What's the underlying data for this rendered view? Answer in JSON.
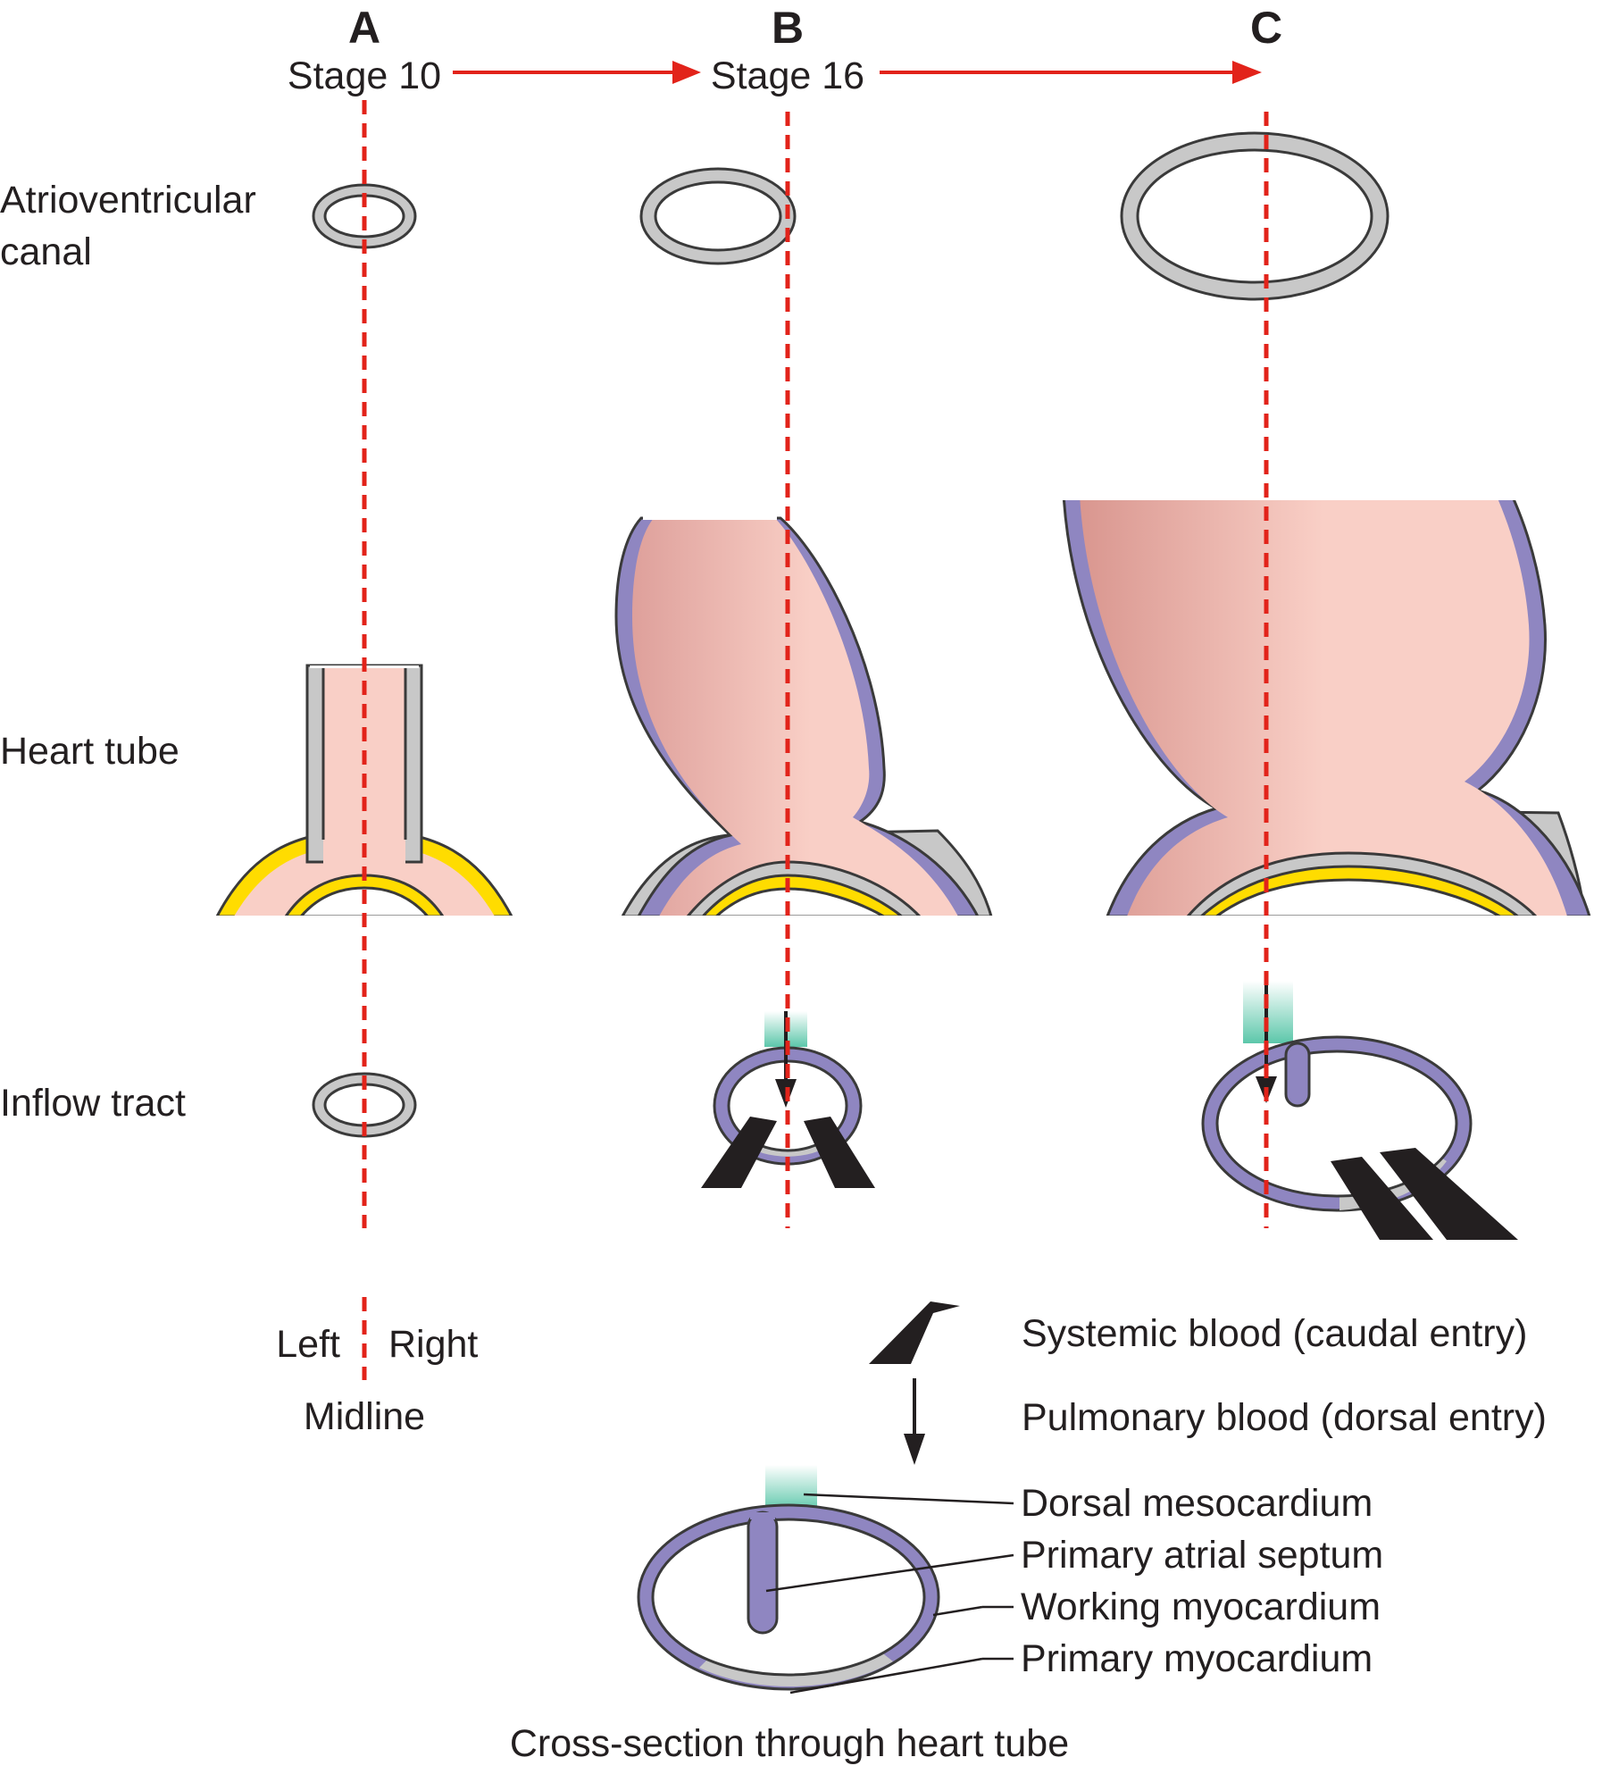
{
  "columns": [
    {
      "letter": "A",
      "stage": "Stage 10"
    },
    {
      "letter": "B",
      "stage": "Stage 16"
    },
    {
      "letter": "C",
      "stage": ""
    }
  ],
  "rows": {
    "av_canal_line1": "Atrioventricular",
    "av_canal_line2": "canal",
    "heart_tube": "Heart tube",
    "inflow_tract": "Inflow tract"
  },
  "orientation": {
    "left": "Left",
    "right": "Right",
    "midline": "Midline"
  },
  "legend": {
    "systemic": "Systemic blood (caudal entry)",
    "pulmonary": "Pulmonary blood (dorsal entry)"
  },
  "key": {
    "dorsal_mesocardium": "Dorsal mesocardium",
    "primary_atrial_septum": "Primary atrial septum",
    "working_myocardium": "Working myocardium",
    "primary_myocardium": "Primary myocardium",
    "caption": "Cross-section through heart tube"
  },
  "colors": {
    "progression_arrow": "#e2231a",
    "midline": "#e2231a",
    "primary_myocardium": "#c8c8c8",
    "working_myocardium": "#8f86c1",
    "lumen": "#f9cfc6",
    "yellow_band": "#ffdc00",
    "dorsal_mesocardium": "#5cc7aa",
    "outline": "#3a3a3a",
    "black_arrow": "#231f20"
  }
}
